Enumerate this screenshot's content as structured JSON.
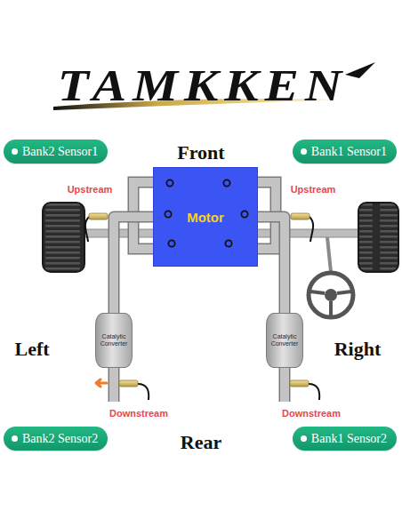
{
  "diagram": {
    "nodes": [
      {
        "text": [
          "Bank2 Sensor1"
        ]
      },
      {
        "text": [
          "Bank1 Sensor1"
        ]
      },
      {
        "text": [
          "Motor"
        ]
      },
      {
        "text": [
          "Catalytic Converter"
        ]
      },
      {
        "text": [
          "Catalytic Converter"
        ]
      },
      {
        "text": [
          "Bank2 Sensor2"
        ]
      },
      {
        "text": [
          "Bank1 Sensor2"
        ]
      }
    ],
    "edges": [
      {
        "from": 2,
        "to": 3,
        "arrow": "none"
      },
      {
        "from": 2,
        "to": 4,
        "arrow": "none"
      }
    ],
    "labels": [
      "TAMKKEN",
      "Front",
      "Upstream",
      "Upstream",
      "Left",
      "Right",
      "Downstream",
      "Downstream",
      "Rear"
    ]
  }
}
